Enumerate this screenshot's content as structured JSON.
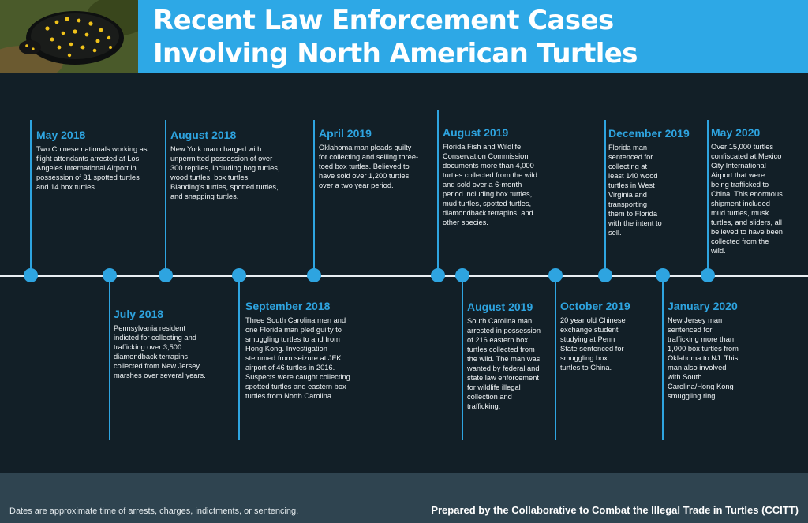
{
  "header": {
    "title_line1": "Recent Law Enforcement Cases",
    "title_line2": "Involving North American Turtles",
    "photo_subject": "spotted-turtle"
  },
  "colors": {
    "header_bg": "#2da8e6",
    "background": "#121f27",
    "accent": "#2ea4e0",
    "footer_bg": "#2f4450"
  },
  "timeline": {
    "above": [
      {
        "date": "May 2018",
        "text": "Two Chinese nationals working as flight attendants arrested at Los Angeles International Airport in possession of 31 spotted turtles and 14 box turtles."
      },
      {
        "date": "August 2018",
        "text": "New York man charged with unpermitted possession of over 300 reptiles, including bog turtles, wood turtles, box turtles, Blanding's turtles, spotted turtles, and snapping turtles."
      },
      {
        "date": "April 2019",
        "text": "Oklahoma man pleads guilty for collecting and selling three-toed box turtles. Believed to have sold over 1,200 turtles over a two year period."
      },
      {
        "date": "August 2019",
        "text": "Florida Fish and Wildlife Conservation Commission documents more than 4,000 turtles collected from the wild and sold over a 6-month period including box turtles, mud turtles, spotted turtles, diamondback terrapins, and other species."
      },
      {
        "date": "December 2019",
        "text": "Florida man sentenced for collecting at least 140 wood turtles in West Virginia  and transporting them to Florida with the intent to sell."
      },
      {
        "date": "May 2020",
        "text": "Over 15,000 turtles confiscated at Mexico City International Airport that were being trafficked to China. This enormous shipment included mud turtles, musk turtles, and sliders, all believed to have been collected from the wild."
      }
    ],
    "below": [
      {
        "date": "July 2018",
        "text": "Pennsylvania resident indicted for collecting and trafficking over 3,500 diamondback terrapins collected from New Jersey marshes over several years."
      },
      {
        "date": "September 2018",
        "text": "Three South Carolina men and one Florida man pled guilty to smuggling turtles to and from Hong Kong. Investigation stemmed from seizure at JFK airport of 46 turtles in 2016. Suspects were caught collecting spotted turtles and eastern box turtles from North Carolina."
      },
      {
        "date": "August 2019",
        "text": "South Carolina man arrested in possession of 216 eastern box turtles collected from the wild. The man was wanted by federal and state law enforcement for wildlife illegal collection and trafficking."
      },
      {
        "date": "October 2019",
        "text": "20 year old Chinese exchange student studying at Penn State sentenced for smuggling box turtles to China."
      },
      {
        "date": "January 2020",
        "text": "New Jersey man sentenced for trafficking more than 1,000 box turtles from Oklahoma to NJ. This man also involved with South Carolina/Hong Kong smuggling ring."
      }
    ]
  },
  "footer": {
    "note": "Dates are approximate time of arrests, charges, indictments, or sentencing.",
    "credit": "Prepared by the Collaborative to Combat the Illegal Trade in Turtles (CCITT)"
  }
}
